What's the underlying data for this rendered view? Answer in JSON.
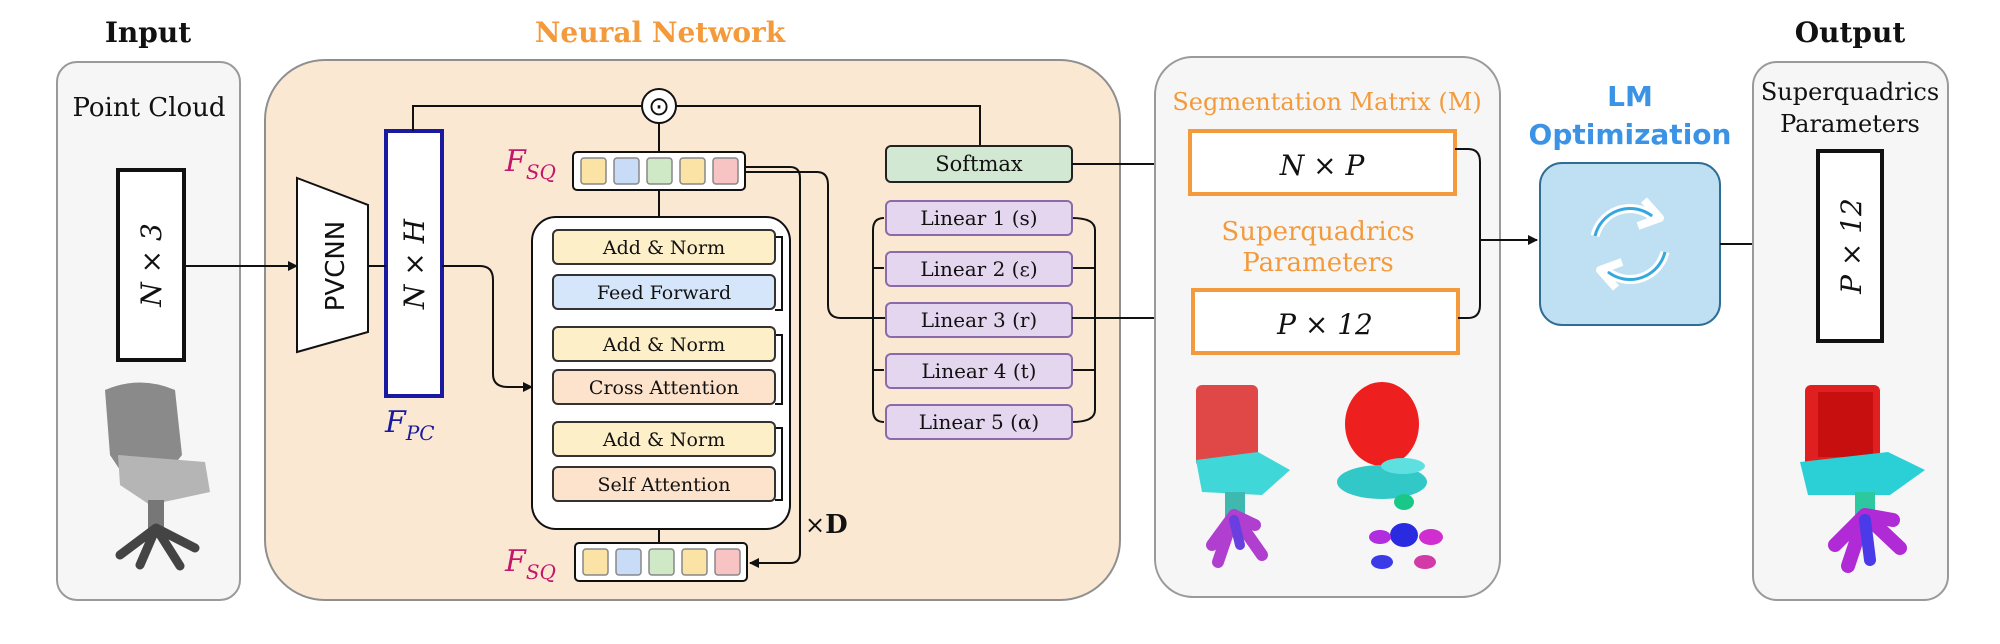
{
  "colors": {
    "orange": "#f39b3c",
    "blue_title": "#3b93e6",
    "magenta": "#c2186b",
    "navy": "#1a1aa0",
    "nn_bg": "#fbe8d3",
    "panel_bg": "#f6f6f6",
    "lm_bg": "#bfe0f2",
    "linear_bg": "#e3d6ee",
    "softmax_bg": "#d2e8d2",
    "addnorm_bg": "#fdefc8",
    "ff_bg": "#d6e6fa",
    "attn_bg": "#fde3cc",
    "token_colors": [
      "#fbe3a6",
      "#c9dcf7",
      "#cfe8c6",
      "#fbe3a6",
      "#f7c3c3"
    ]
  },
  "input": {
    "title": "Input",
    "label": "Point Cloud",
    "matrix": "N × 3"
  },
  "network": {
    "title": "Neural Network",
    "pvcnn": "PVCNN",
    "feature_matrix": "N × H",
    "f_pc": {
      "base": "F",
      "sub": "PC"
    },
    "f_sq_top": {
      "base": "F",
      "sub": "SQ"
    },
    "f_sq_bottom": {
      "base": "F",
      "sub": "SQ"
    },
    "dot": "⊙",
    "layers": [
      "Add & Norm",
      "Feed Forward",
      "Add & Norm",
      "Cross Attention",
      "Add & Norm",
      "Self Attention"
    ],
    "repeat_prefix": "×",
    "repeat_label": "D",
    "softmax": "Softmax",
    "linears": [
      "Linear 1 (s)",
      "Linear 2 (ε)",
      "Linear 3 (r)",
      "Linear 4 (t)",
      "Linear 5 (α)"
    ]
  },
  "middle": {
    "segmentation_title": "Segmentation Matrix (M)",
    "segmentation_matrix": "N × P",
    "sq_title_line1": "Superquadrics",
    "sq_title_line2": "Parameters",
    "sq_matrix": "P × 12"
  },
  "lm": {
    "title_line1": "LM",
    "title_line2": "Optimization",
    "icon": "refresh-icon"
  },
  "output": {
    "title": "Output",
    "label_line1": "Superquadrics",
    "label_line2": "Parameters",
    "matrix": "P × 12"
  }
}
